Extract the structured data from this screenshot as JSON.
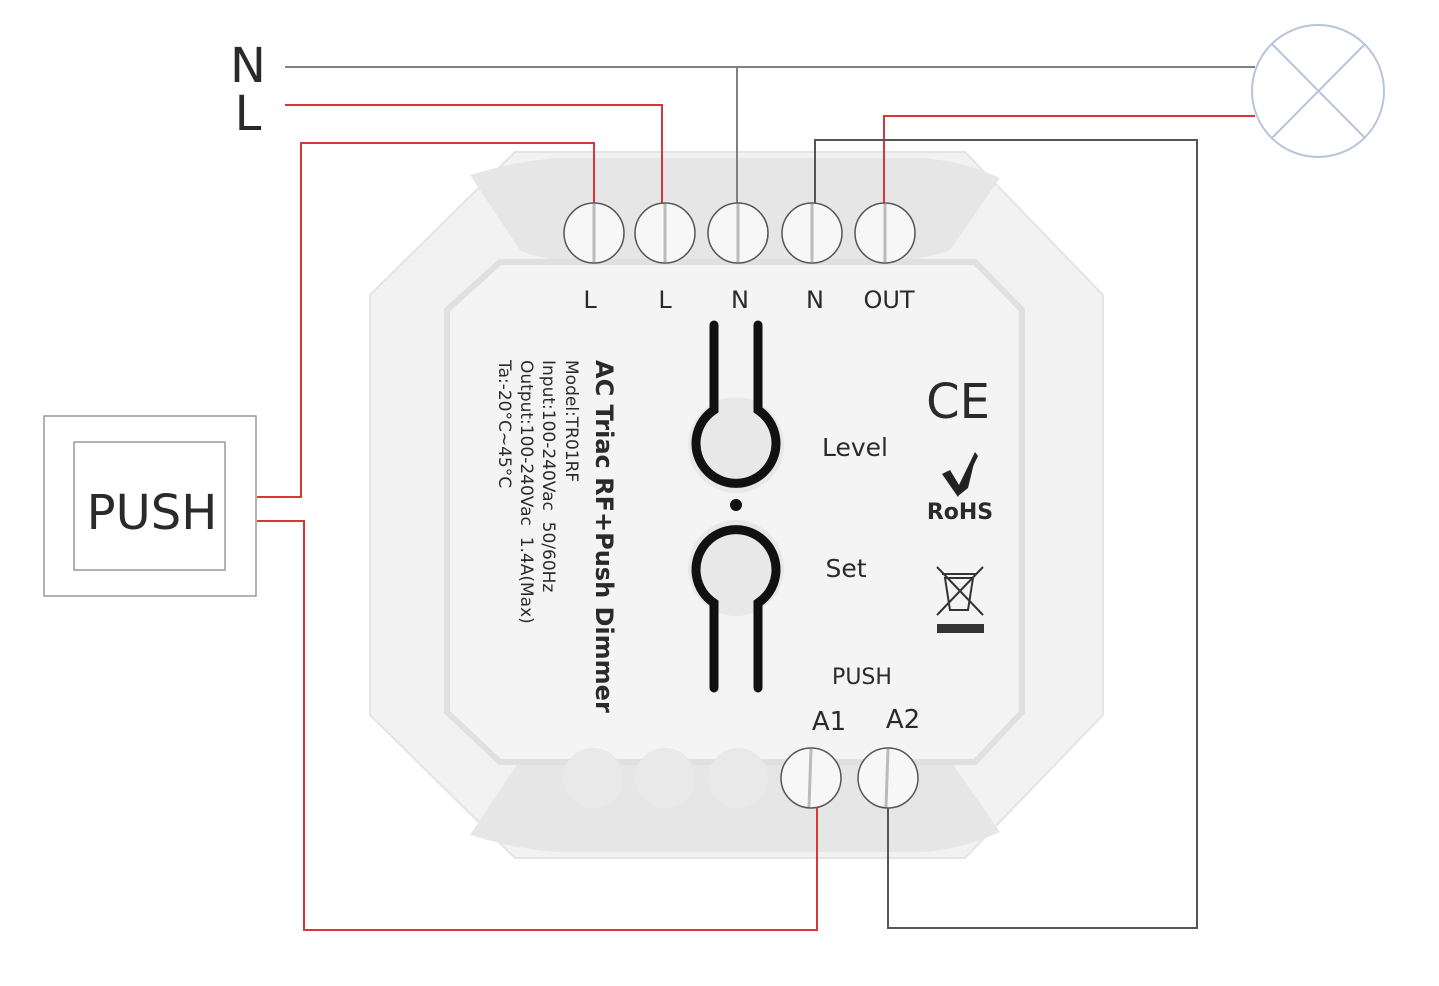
{
  "supply": {
    "neutral_label": "N",
    "live_label": "L"
  },
  "push_switch": {
    "label": "PUSH"
  },
  "device": {
    "title": "AC Triac RF+Push Dimmer",
    "specs": [
      "Model:TR01RF",
      "Input:100-240Vac  50/60Hz",
      "Output:100-240Vac  1.4A(Max)",
      "Ta:-20°C~45°C"
    ],
    "top_terminals": [
      "L",
      "L",
      "N",
      "N",
      "OUT"
    ],
    "level_label": "Level",
    "set_label": "Set",
    "push_label": "PUSH",
    "bottom_terminals": [
      "A1",
      "A2"
    ],
    "ce_mark": "CE",
    "rohs_mark": "RoHS"
  },
  "colors": {
    "live_wire": "#d9363a",
    "neutral_wire": "#808080",
    "return_wire": "#555555",
    "lamp": "#b8c4dc"
  },
  "icons": [
    "lamp-icon",
    "ce-icon",
    "rohs-icon",
    "weee-bin-icon"
  ]
}
